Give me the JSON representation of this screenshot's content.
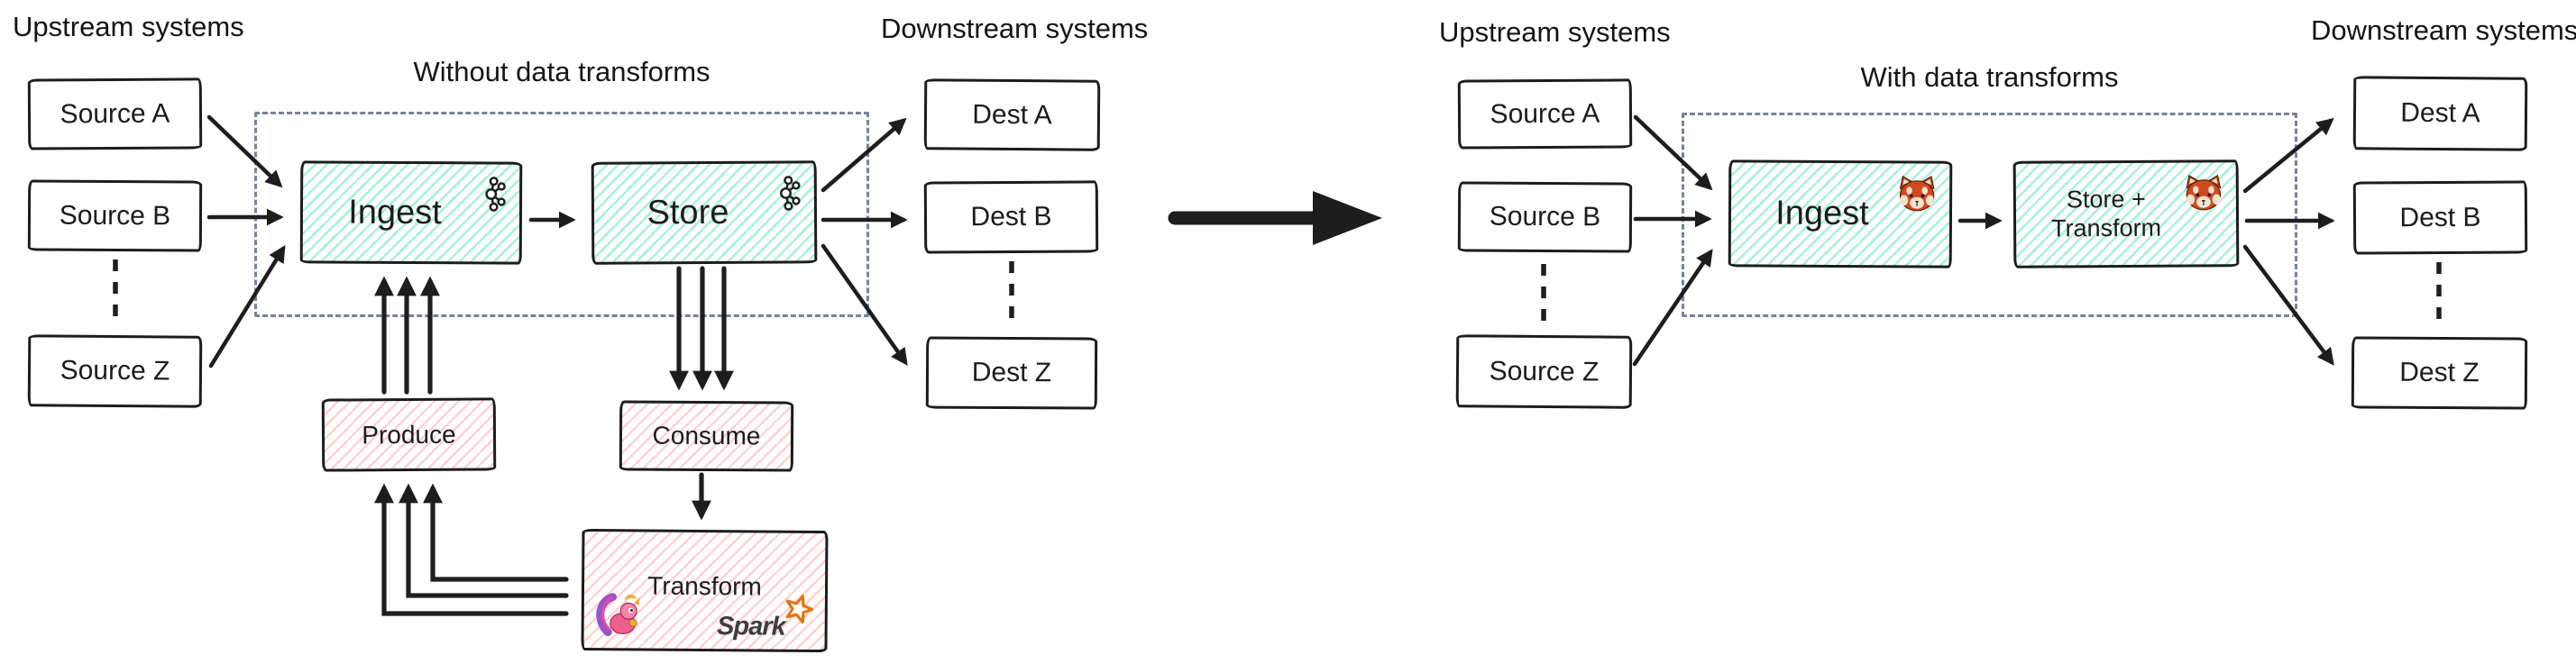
{
  "colors": {
    "ink": "#1c1c1c",
    "teal_fill": "#63e6be",
    "teal_hatch": "rgba(99,230,190,0.55)",
    "pink_fill": "#ffc9c9",
    "pink_hatch": "rgba(255,150,150,0.45)",
    "dashed_border": "#76839a",
    "spark_orange": "#e8730c"
  },
  "left": {
    "upstream_label": "Upstream systems",
    "downstream_label": "Downstream systems",
    "title": "Without data transforms",
    "sources": [
      "Source A",
      "Source B",
      "Source Z"
    ],
    "dests": [
      "Dest A",
      "Dest B",
      "Dest Z"
    ],
    "ingest_label": "Ingest",
    "store_label": "Store",
    "produce_label": "Produce",
    "consume_label": "Consume",
    "transform_label": "Transform",
    "spark_label": "Spark"
  },
  "right": {
    "upstream_label": "Upstream systems",
    "downstream_label": "Downstream systems",
    "title": "With data transforms",
    "sources": [
      "Source A",
      "Source B",
      "Source Z"
    ],
    "dests": [
      "Dest A",
      "Dest B",
      "Dest Z"
    ],
    "ingest_label": "Ingest",
    "store_line1": "Store +",
    "store_line2": "Transform"
  },
  "icons": {
    "kafka": "apache-kafka-logo",
    "redpanda": "redpanda-mascot",
    "flink": "apache-flink-squirrel",
    "spark_star": "spark-star"
  }
}
